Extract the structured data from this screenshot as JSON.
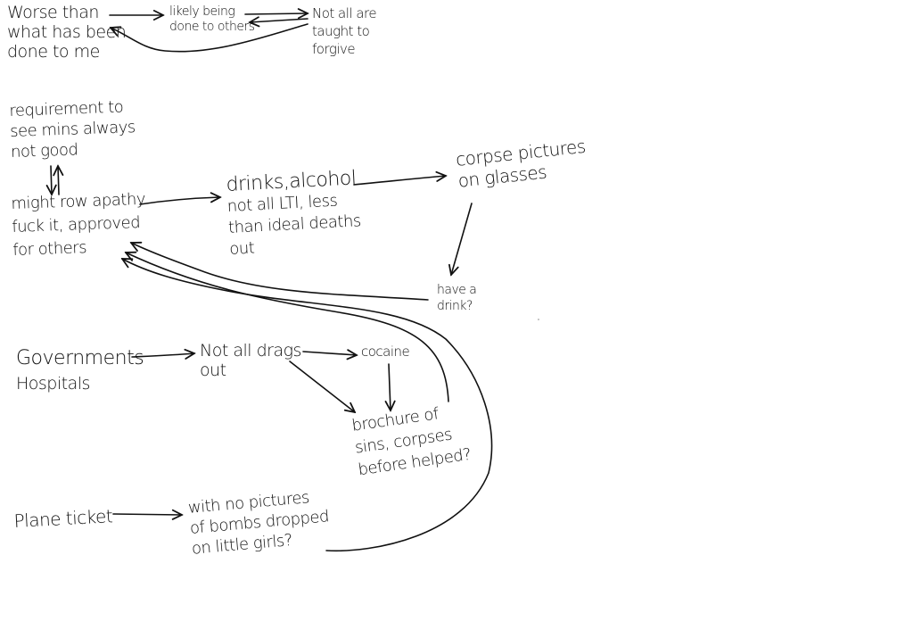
{
  "nodes": {
    "worse_than": [
      "Worse than",
      "what has been",
      "done to me"
    ],
    "likely_being": [
      "likely being",
      "done to others"
    ],
    "not_all_taught": [
      "Not all are",
      "taught to",
      "forgive"
    ],
    "requirement": [
      "requirement to",
      "see mins always",
      "not good"
    ],
    "might_row": [
      "might row apathy",
      "fuck it, approved",
      "for others"
    ],
    "drinks": [
      "drinks,alcohol",
      "not all LTI, less",
      "than ideal deaths",
      "out"
    ],
    "corpse_pictures": [
      "corpse pictures",
      "on glasses"
    ],
    "have_a_drink": [
      "have a",
      "drink?"
    ],
    "governments": [
      "Governments",
      "Hospitals"
    ],
    "not_all_drags": [
      "Not all drags",
      "out"
    ],
    "cocaine": [
      "cocaine"
    ],
    "brochure": [
      "brochure of",
      "sins, corpses",
      "before helped?"
    ],
    "plane_ticket": [
      "Plane ticket"
    ],
    "with_no_pictures": [
      "with no pictures",
      "of bombs dropped",
      "on little girls?"
    ]
  }
}
